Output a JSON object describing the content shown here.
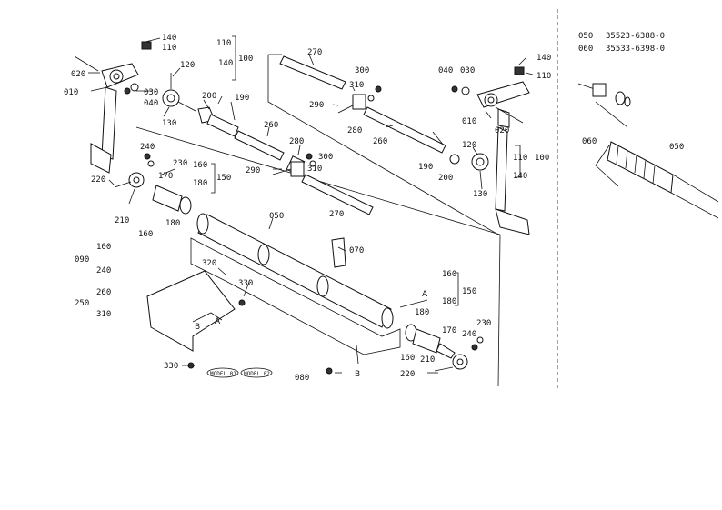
{
  "diagram": {
    "callouts": [
      {
        "text": "140"
      },
      {
        "text": "110"
      },
      {
        "text": "020"
      },
      {
        "text": "010"
      },
      {
        "text": "030"
      },
      {
        "text": "040"
      },
      {
        "text": "120"
      },
      {
        "text": "130"
      },
      {
        "text": "110"
      },
      {
        "text": "140"
      },
      {
        "text": "100"
      },
      {
        "text": "200"
      },
      {
        "text": "190"
      },
      {
        "text": "270"
      },
      {
        "text": "300"
      },
      {
        "text": "310"
      },
      {
        "text": "290"
      },
      {
        "text": "280"
      },
      {
        "text": "260"
      },
      {
        "text": "260"
      },
      {
        "text": "280"
      },
      {
        "text": "300"
      },
      {
        "text": "310"
      },
      {
        "text": "290"
      },
      {
        "text": "270"
      },
      {
        "text": "240"
      },
      {
        "text": "230"
      },
      {
        "text": "170"
      },
      {
        "text": "160"
      },
      {
        "text": "180"
      },
      {
        "text": "150"
      },
      {
        "text": "220"
      },
      {
        "text": "210"
      },
      {
        "text": "160"
      },
      {
        "text": "180"
      },
      {
        "text": "050"
      },
      {
        "text": "070"
      },
      {
        "text": "100"
      },
      {
        "text": "090"
      },
      {
        "text": "240"
      },
      {
        "text": "320"
      },
      {
        "text": "260"
      },
      {
        "text": "250"
      },
      {
        "text": "310"
      },
      {
        "text": "330"
      },
      {
        "text": "A"
      },
      {
        "text": "B"
      },
      {
        "text": "330"
      },
      {
        "text": "080"
      },
      {
        "text": "B"
      },
      {
        "text": "160"
      },
      {
        "text": "150"
      },
      {
        "text": "A"
      },
      {
        "text": "180"
      },
      {
        "text": "180"
      },
      {
        "text": "160"
      },
      {
        "text": "170"
      },
      {
        "text": "210"
      },
      {
        "text": "230"
      },
      {
        "text": "240"
      },
      {
        "text": "220"
      },
      {
        "text": "140"
      },
      {
        "text": "110"
      },
      {
        "text": "040"
      },
      {
        "text": "030"
      },
      {
        "text": "010"
      },
      {
        "text": "020"
      },
      {
        "text": "120"
      },
      {
        "text": "190"
      },
      {
        "text": "200"
      },
      {
        "text": "130"
      },
      {
        "text": "110"
      },
      {
        "text": "100"
      },
      {
        "text": "140"
      },
      {
        "text": "050"
      },
      {
        "text": "060"
      }
    ],
    "model_tags": [
      "MODEL 01",
      "MODEL 02"
    ],
    "part_list": [
      {
        "ref": "050",
        "number": "35523-6388-0"
      },
      {
        "ref": "060",
        "number": "35533-6398-0"
      }
    ]
  }
}
